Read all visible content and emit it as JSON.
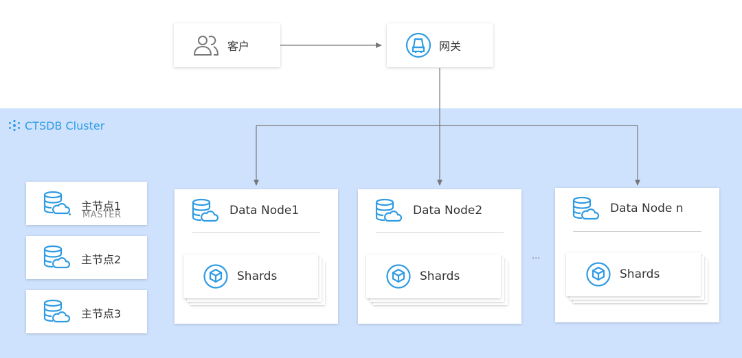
{
  "colors": {
    "cluster_background": "#cfe2fd",
    "accent": "#2f9be3",
    "connector": "#777777"
  },
  "client": {
    "label": "客户",
    "icon": "users-icon"
  },
  "gateway": {
    "label": "网关",
    "icon": "gateway-icon"
  },
  "cluster": {
    "title": "CTSDB Cluster",
    "icon": "cluster-icon"
  },
  "master_nodes": [
    {
      "label": "主节点1",
      "sublabel": "MASTER",
      "icon": "database-cloud-icon"
    },
    {
      "label": "主节点2",
      "icon": "database-cloud-icon"
    },
    {
      "label": "主节点3",
      "icon": "database-cloud-icon"
    }
  ],
  "data_nodes": [
    {
      "label": "Data Node1",
      "shards_label": "Shards",
      "icon": "database-cloud-icon",
      "shard_icon": "cube-icon"
    },
    {
      "label": "Data Node2",
      "shards_label": "Shards",
      "icon": "database-cloud-icon",
      "shard_icon": "cube-icon"
    },
    {
      "label": "Data Node n",
      "shards_label": "Shards",
      "icon": "database-cloud-icon",
      "shard_icon": "cube-icon"
    }
  ],
  "ellipsis": "...",
  "connections": [
    {
      "from": "client",
      "to": "gateway"
    },
    {
      "from": "gateway",
      "to": "Data Node1"
    },
    {
      "from": "gateway",
      "to": "Data Node2"
    },
    {
      "from": "gateway",
      "to": "Data Node n"
    }
  ]
}
